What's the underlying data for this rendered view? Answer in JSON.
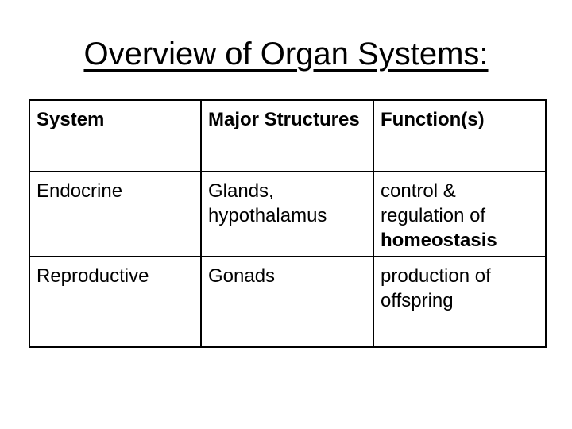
{
  "slide": {
    "title": "Overview of Organ Systems:"
  },
  "table": {
    "headers": [
      "System",
      "Major Structures",
      "Function(s)"
    ],
    "rows": [
      {
        "system": "Endocrine",
        "structures": "Glands, hypothalamus",
        "functions_text": "control & regulation of",
        "functions_emphasis": "homeostasis"
      },
      {
        "system": "Reproductive",
        "structures": "Gonads",
        "functions_text": "production of offspring",
        "functions_emphasis": ""
      }
    ]
  }
}
